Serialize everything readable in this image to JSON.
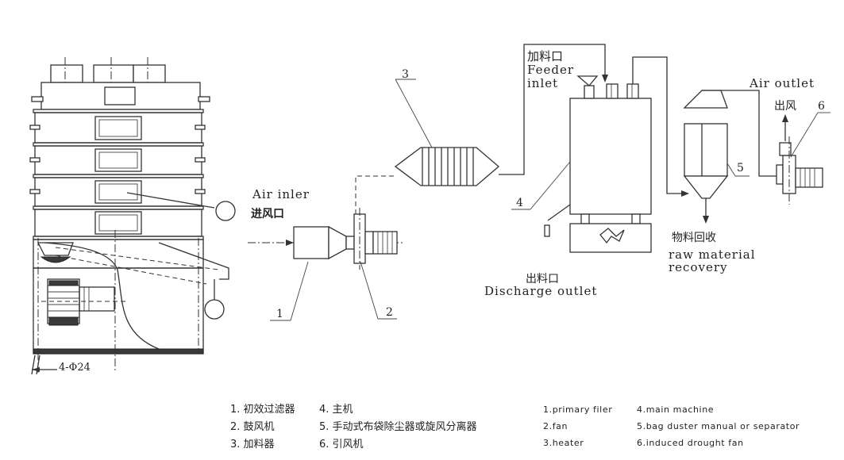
{
  "labels": {
    "feeder_inlet_cn": "加料口",
    "feeder_inlet_en_1": "Feeder",
    "feeder_inlet_en_2": "inlet",
    "air_outlet_en": "Air outlet",
    "air_outlet_cn": "出风",
    "air_inlet_en": "Air inler",
    "air_inlet_cn": "进风口",
    "discharge_cn": "出料口",
    "discharge_en": "Discharge outlet",
    "recovery_cn": "物料回收",
    "recovery_en_1": "raw material",
    "recovery_en_2": "recovery",
    "dimension": "4-Φ24"
  },
  "callouts": {
    "n1": "1",
    "n2": "2",
    "n3": "3",
    "n4": "4",
    "n5": "5",
    "n6": "6"
  },
  "legend_cn": [
    "1.  初效过滤器",
    "2.  鼓风机",
    "3.  加料器",
    "4.  主机",
    "5.  手动式布袋除尘器或旋风分离器",
    "6.  引风机"
  ],
  "legend_en": [
    "1.primary filer",
    "2.fan",
    "3.heater",
    "4.main machine",
    "5.bag duster manual or separator",
    "6.induced drought fan"
  ]
}
